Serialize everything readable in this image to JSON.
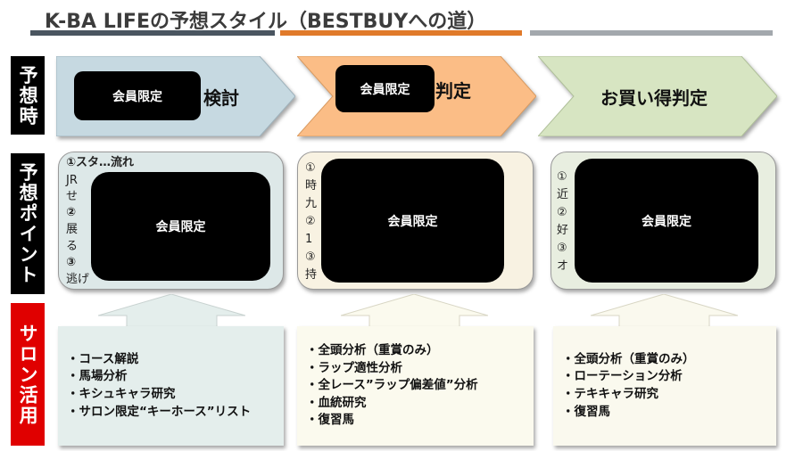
{
  "title": "K-BA  LIFEの予想スタイル（BESTBUYへの道）",
  "row_labels": [
    "予想時",
    "予想ポイント",
    "サロン活用"
  ],
  "mask_label": "会員限定",
  "steps": [
    {
      "visible_label": "検討",
      "color": "#c6d9e1"
    },
    {
      "visible_label": "判定",
      "color": "#fbbd86"
    },
    {
      "visible_label": "お買い得判定",
      "color": "#d7e5c2"
    }
  ],
  "points": [
    {
      "fragments": [
        "①スタ…流れ",
        "JR",
        "せ",
        "②",
        "展",
        "る",
        "③",
        "逃げ"
      ]
    },
    {
      "fragments": [
        "①",
        "時",
        "九",
        "②",
        "1",
        "③",
        "持"
      ]
    },
    {
      "fragments": [
        "①",
        "近",
        "②",
        "好",
        "③",
        "オ"
      ]
    }
  ],
  "salon": [
    {
      "items": [
        "・コース解説",
        "・馬場分析",
        "・キシュキャラ研究",
        "・サロン限定“キーホース”リスト"
      ]
    },
    {
      "items": [
        "・全頭分析（重賞のみ）",
        "・ラップ適性分析",
        "・全レース”ラップ偏差値”分析",
        "・血統研究",
        "・復習馬"
      ]
    },
    {
      "items": [
        "・全頭分析（重賞のみ）",
        "・ローテーション分析",
        "・テキキャラ研究",
        "・復習馬"
      ]
    }
  ]
}
